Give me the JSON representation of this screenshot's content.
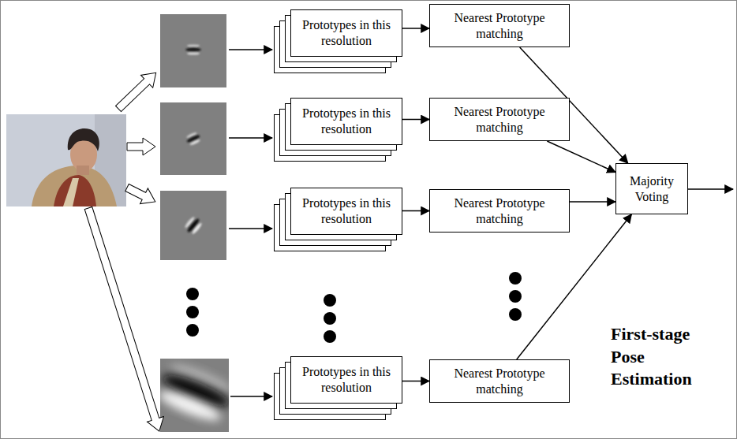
{
  "diagram": {
    "nodes": [
      {
        "text": [
          "Prototypes in this resolution"
        ]
      },
      {
        "text": [
          "Nearest Prototype matching"
        ]
      },
      {
        "text": [
          "Prototypes in this resolution"
        ]
      },
      {
        "text": [
          "Nearest Prototype matching"
        ]
      },
      {
        "text": [
          "Prototypes in this resolution"
        ]
      },
      {
        "text": [
          "Nearest Prototype matching"
        ]
      },
      {
        "text": [
          "Prototypes in this resolution"
        ]
      },
      {
        "text": [
          "Nearest Prototype matching"
        ]
      },
      {
        "text": [
          "Majority Voting"
        ]
      }
    ],
    "edges": [
      {
        "from": 0,
        "to": 1,
        "arrow": "to"
      },
      {
        "from": 2,
        "to": 3,
        "arrow": "to"
      },
      {
        "from": 4,
        "to": 5,
        "arrow": "to"
      },
      {
        "from": 6,
        "to": 7,
        "arrow": "to"
      },
      {
        "from": 1,
        "to": 8,
        "arrow": "to"
      },
      {
        "from": 3,
        "to": 8,
        "arrow": "to"
      },
      {
        "from": 5,
        "to": 8,
        "arrow": "to"
      },
      {
        "from": 7,
        "to": 8,
        "arrow": "to"
      }
    ],
    "labels": [
      "First-stage Pose Estimation"
    ]
  }
}
